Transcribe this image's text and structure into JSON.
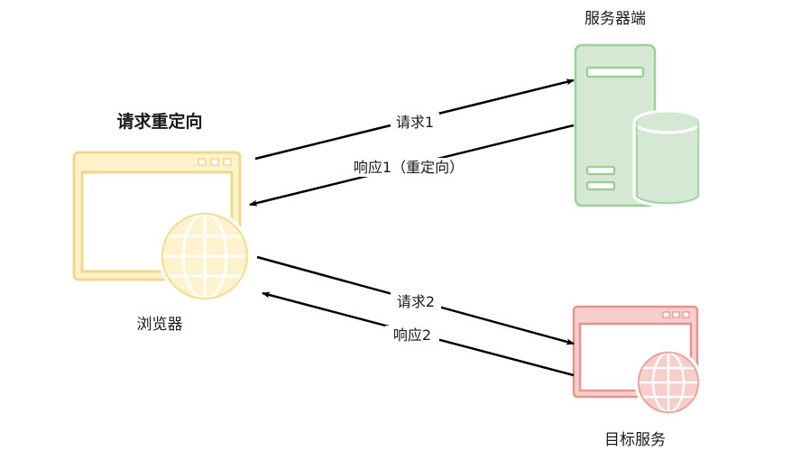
{
  "title": "请求重定向",
  "nodes": {
    "browser": {
      "label": "浏览器",
      "fill": "#fff2cc",
      "stroke": "#f0d88a"
    },
    "server": {
      "label": "服务器端",
      "fill": "#d5e8d4",
      "stroke": "#9ccf97"
    },
    "target": {
      "label": "目标服务",
      "fill": "#f8cecc",
      "stroke": "#e39492"
    }
  },
  "edges": {
    "request1": "请求1",
    "response1": "响应1（重定向）",
    "request2": "请求2",
    "response2": "响应2"
  },
  "colors": {
    "arrow": "#000000",
    "text": "#1a1a1a"
  }
}
